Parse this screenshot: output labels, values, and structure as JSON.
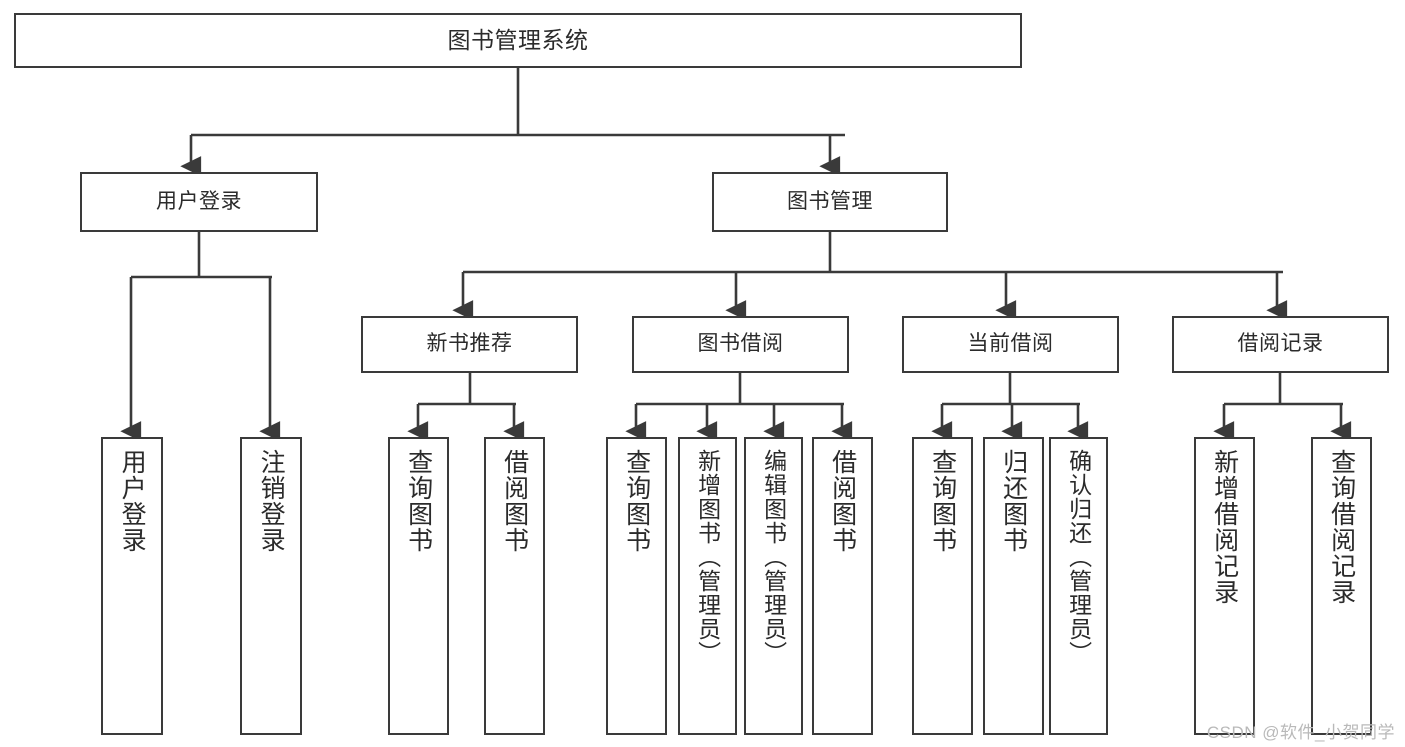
{
  "diagram": {
    "title": "图书管理系统",
    "type": "功能结构图",
    "watermark": "CSDN @软件_小贺同学",
    "colors": {
      "stroke": "#3a3a3a",
      "fill": "#ffffff",
      "text": "#2b2b2b",
      "watermark": "#b9b9b9"
    }
  },
  "nodes": {
    "root": {
      "label": "图书管理系统"
    },
    "level1": [
      {
        "id": "user-login",
        "label": "用户登录"
      },
      {
        "id": "book-manage",
        "label": "图书管理"
      }
    ],
    "level2": [
      {
        "id": "new-book-recommend",
        "label": "新书推荐"
      },
      {
        "id": "book-borrow",
        "label": "图书借阅"
      },
      {
        "id": "current-borrow",
        "label": "当前借阅"
      },
      {
        "id": "borrow-record",
        "label": "借阅记录"
      }
    ],
    "leaves": {
      "user-login": [
        {
          "id": "leaf-user-login",
          "label": "用户登录"
        },
        {
          "id": "leaf-logout-login",
          "label": "注销登录"
        }
      ],
      "new-book-recommend": [
        {
          "id": "leaf-query-book-1",
          "label": "查询图书"
        },
        {
          "id": "leaf-borrow-book-1",
          "label": "借阅图书"
        }
      ],
      "book-borrow": [
        {
          "id": "leaf-query-book-2",
          "label": "查询图书"
        },
        {
          "id": "leaf-add-book",
          "label": "新增图书（管理员）"
        },
        {
          "id": "leaf-edit-book",
          "label": "编辑图书（管理员）"
        },
        {
          "id": "leaf-borrow-book-2",
          "label": "借阅图书"
        }
      ],
      "current-borrow": [
        {
          "id": "leaf-query-book-3",
          "label": "查询图书"
        },
        {
          "id": "leaf-return-book",
          "label": "归还图书"
        },
        {
          "id": "leaf-confirm-return",
          "label": "确认归还（管理员）"
        }
      ],
      "borrow-record": [
        {
          "id": "leaf-add-record",
          "label": "新增借阅记录"
        },
        {
          "id": "leaf-query-record",
          "label": "查询借阅记录"
        }
      ]
    }
  }
}
